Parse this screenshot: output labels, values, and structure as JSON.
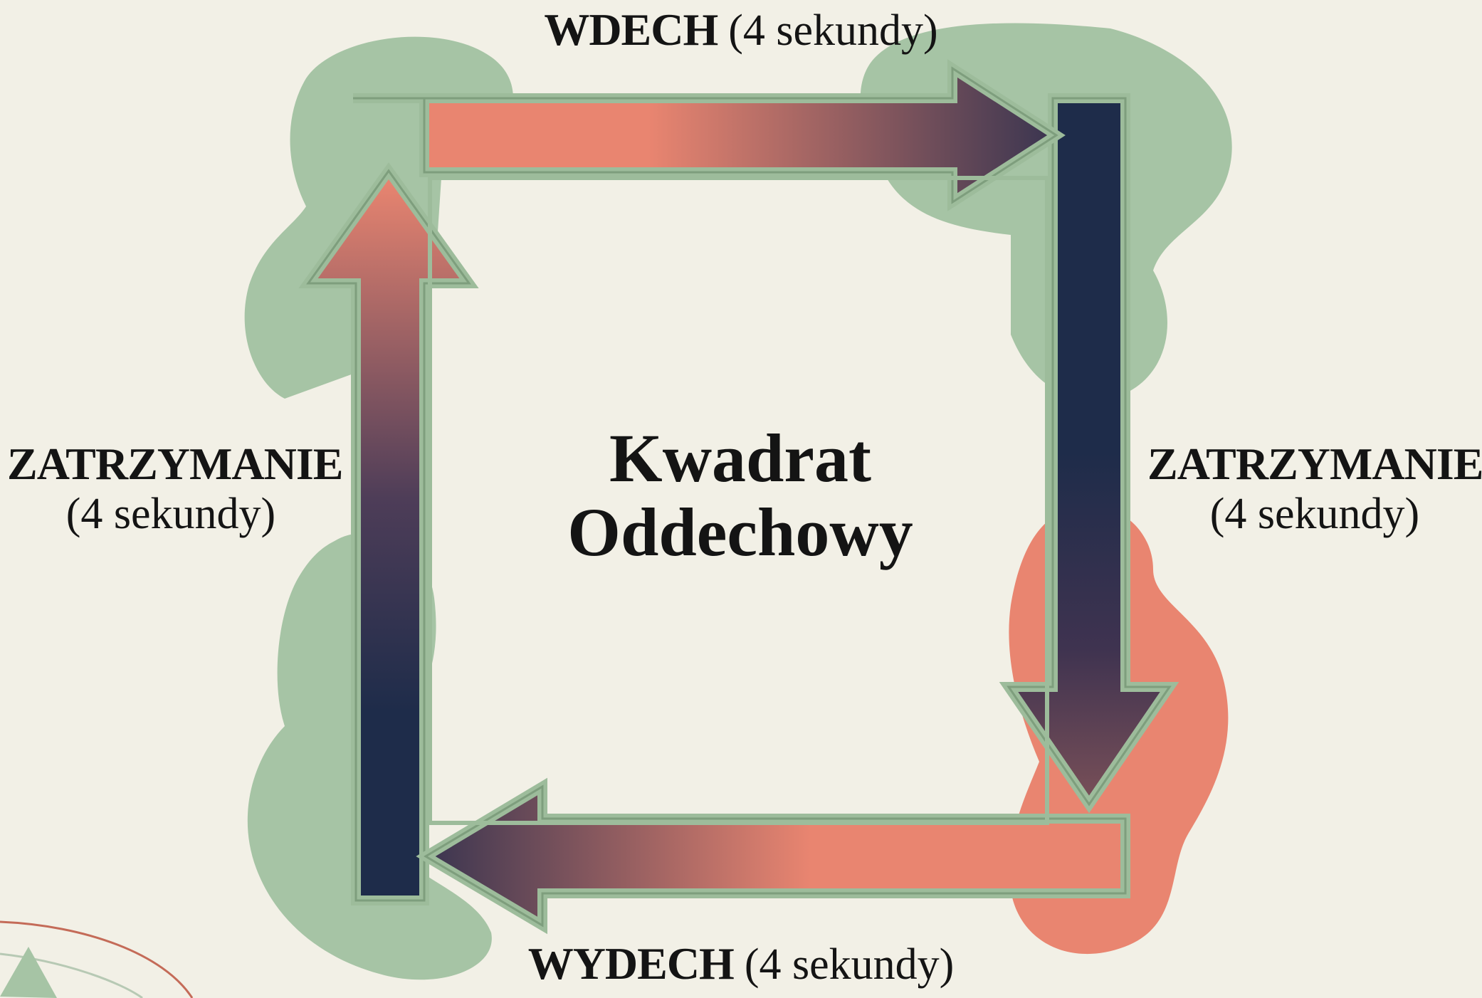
{
  "title": {
    "line1": "Kwadrat",
    "line2": "Oddechowy"
  },
  "phases": {
    "top": {
      "name": "WDECH",
      "duration": "(4 sekundy)"
    },
    "right": {
      "name": "ZATRZYMANIE",
      "duration": "(4 sekundy)"
    },
    "bottom": {
      "name": "WYDECH",
      "duration": "(4 sekundy)"
    },
    "left": {
      "name": "ZATRZYMANIE",
      "duration": "(4 sekundy)"
    }
  },
  "colors": {
    "background": "#f2f0e6",
    "green_blob": "#a6c4a5",
    "coral": "#e98570",
    "navy": "#1e2c4a",
    "arrow_outline": "#7e9e7d",
    "text": "#141414"
  }
}
